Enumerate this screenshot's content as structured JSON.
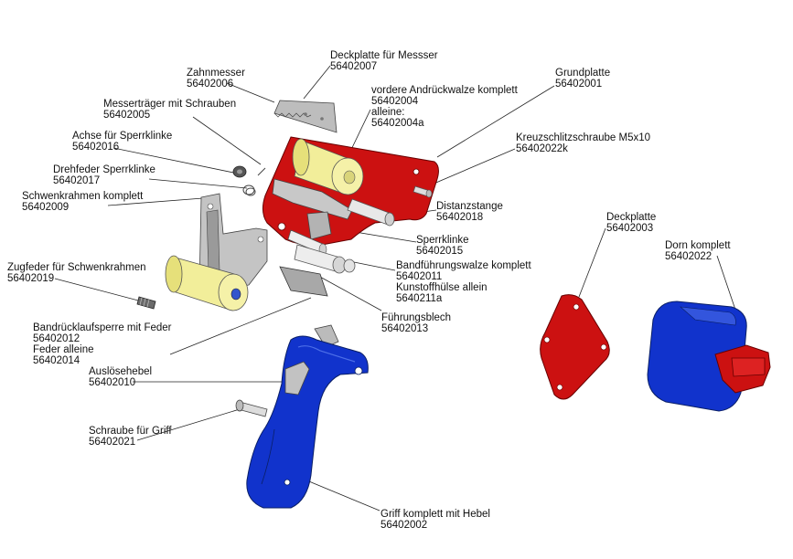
{
  "labels": {
    "deckplatte_messer": {
      "name": "Deckplatte für Messser",
      "part": "56402007"
    },
    "zahnmesser": {
      "name": "Zahnmesser",
      "part": "56402006"
    },
    "vordere_walze": {
      "name": "vordere Andrückwalze komplett",
      "part": "56402004",
      "name2": "alleine:",
      "part2": "56402004a"
    },
    "grundplatte": {
      "name": "Grundplatte",
      "part": "56402001"
    },
    "messertraeger": {
      "name": "Messerträger mit Schrauben",
      "part": "56402005"
    },
    "kreuzschlitz": {
      "name": "Kreuzschlitzschraube M5x10",
      "part": "56402022k"
    },
    "achse": {
      "name": "Achse für Sperrklinke",
      "part": "56402016"
    },
    "drehfeder": {
      "name": "Drehfeder Sperrklinke",
      "part": "56402017"
    },
    "schwenkrahmen": {
      "name": "Schwenkrahmen komplett",
      "part": "56402009"
    },
    "distanzstange": {
      "name": "Distanzstange",
      "part": "56402018"
    },
    "deckplatte": {
      "name": "Deckplatte",
      "part": "56402003"
    },
    "sperrklinke": {
      "name": "Sperrklinke",
      "part": "56402015"
    },
    "dorn": {
      "name": "Dorn komplett",
      "part": "56402022"
    },
    "zugfeder": {
      "name": "Zugfeder für Schwenkrahmen",
      "part": "56402019"
    },
    "bandfuehrung": {
      "name": "Bandführungswalze komplett",
      "part": "56402011",
      "name2": "Kunstoffhülse allein",
      "part2": "5640211a"
    },
    "fuehrungsblech": {
      "name": "Führungsblech",
      "part": "56402013"
    },
    "bandruecklauf": {
      "name": "Bandrücklaufsperre mit Feder",
      "part": "56402012",
      "name2": "Feder alleine",
      "part2": "56402014"
    },
    "ausloesehebel": {
      "name": "Auslösehebel",
      "part": "56402010"
    },
    "schraube_griff": {
      "name": "Schraube für Griff",
      "part": "56402021"
    },
    "griff": {
      "name": "Griff komplett mit Hebel",
      "part": "56402002"
    }
  },
  "colors": {
    "red": "#cc1111",
    "blue": "#1133cc",
    "yellow": "#f2ee9a",
    "metal": "#b8b8b8"
  }
}
